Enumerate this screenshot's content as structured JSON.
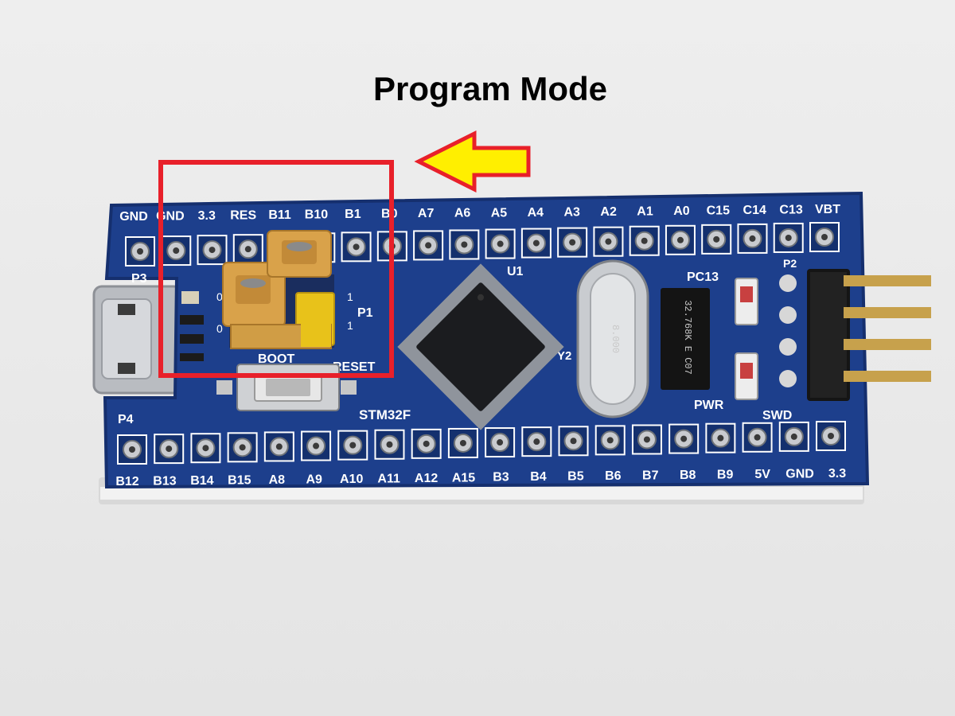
{
  "caption": "Program Mode",
  "board": {
    "top_header_labels": [
      "GND",
      "GND",
      "3.3",
      "RES",
      "B11",
      "B10",
      "B1",
      "B0",
      "A7",
      "A6",
      "A5",
      "A4",
      "A3",
      "A2",
      "A1",
      "A0",
      "C15",
      "C14",
      "C13",
      "VBT"
    ],
    "bottom_header_labels": [
      "B12",
      "B13",
      "B14",
      "B15",
      "A8",
      "A9",
      "A10",
      "A11",
      "A12",
      "A15",
      "B3",
      "B4",
      "B5",
      "B6",
      "B7",
      "B8",
      "B9",
      "5V",
      "GND",
      "3.3"
    ],
    "silkscreen": {
      "p3": "P3",
      "p4": "P4",
      "p1": "P1",
      "p2": "P2",
      "u1": "U1",
      "y2": "Y2",
      "boot": "BOOT",
      "reset": "RESET",
      "mcu": "STM32F",
      "pc13": "PC13",
      "pwr": "PWR",
      "swd": "SWD",
      "jumper_0_top": "0",
      "jumper_0_bottom": "0",
      "jumper_1_top": "1",
      "jumper_1_bottom": "1"
    },
    "crystal_marking": "8.000",
    "rtc_crystal_marking": "32.768K E C07"
  },
  "annotation": {
    "highlight_color": "#e8202a",
    "arrow_fill": "#ffef00",
    "arrow_outline": "#e8202a"
  },
  "colors": {
    "pcb": "#1d3f8c",
    "pcb_edge": "#152f6e",
    "jumper": "#d9a24a",
    "jumper_yellow": "#e8c21a"
  }
}
